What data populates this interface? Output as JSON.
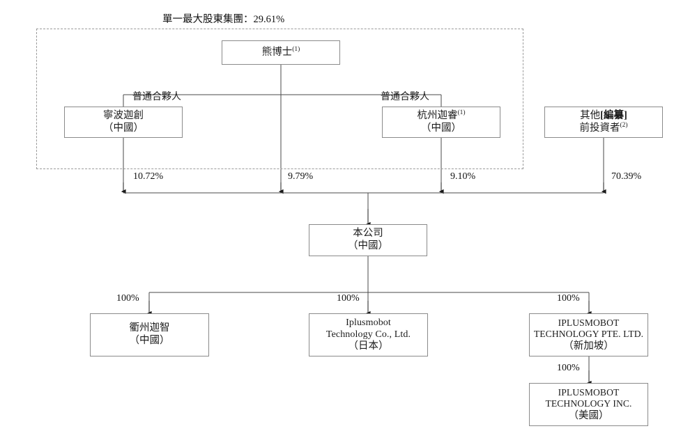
{
  "chart": {
    "type": "org-chart",
    "title": "單一最大股東集團：29.61%",
    "group_frame_label": "單一最大股東集團：29.61%",
    "controlling_group_percent": "29.61%"
  },
  "nodes": {
    "dr_xiong": {
      "line1": "熊博士",
      "footnote": "(1)"
    },
    "ningbo": {
      "line1": "寧波迦創",
      "line2": "（中國）"
    },
    "hangzhou": {
      "line1": "杭州迦睿",
      "footnote": "(1)",
      "line2": "（中國）"
    },
    "others": {
      "line1_a": "其他",
      "line1_b": "[編纂]",
      "line2": "前投資者",
      "footnote": "(2)"
    },
    "company": {
      "line1": "本公司",
      "line2": "（中國）"
    },
    "quzhou": {
      "line1": "衢州迦智",
      "line2": "（中國）"
    },
    "japan": {
      "line1": "Iplusmobot",
      "line2": "Technology Co., Ltd.",
      "line3": "（日本）"
    },
    "singapore": {
      "line1": "IPLUSMOBOT",
      "line2": "TECHNOLOGY PTE. LTD.",
      "line3": "（新加坡）"
    },
    "usa": {
      "line1": "IPLUSMOBOT",
      "line2": "TECHNOLOGY INC.",
      "line3": "（美國）"
    }
  },
  "roles": {
    "gp_left": "普通合夥人",
    "gp_right": "普通合夥人"
  },
  "percentages": {
    "ningbo_to_company": "10.72%",
    "xiong_to_company": "9.79%",
    "hangzhou_to_company": "9.10%",
    "others_to_company": "70.39%",
    "company_to_quzhou": "100%",
    "company_to_japan": "100%",
    "company_to_singapore": "100%",
    "singapore_to_usa": "100%"
  },
  "colors": {
    "box_border": "#8a8a8a",
    "dashed_border": "#9a9a9a",
    "edge": "#4a4a4a",
    "text": "#1c1c1c",
    "background": "#ffffff"
  }
}
